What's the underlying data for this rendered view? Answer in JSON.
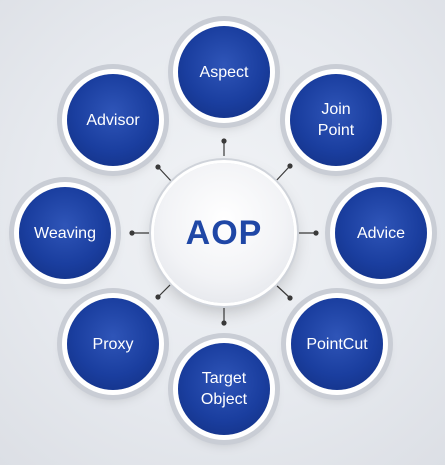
{
  "center": {
    "label": "AOP"
  },
  "nodes": [
    {
      "id": "aspect",
      "label": "Aspect"
    },
    {
      "id": "join-point",
      "label": "Join\nPoint"
    },
    {
      "id": "advice",
      "label": "Advice"
    },
    {
      "id": "pointcut",
      "label": "PointCut"
    },
    {
      "id": "target-object",
      "label": "Target\nObject"
    },
    {
      "id": "proxy",
      "label": "Proxy"
    },
    {
      "id": "weaving",
      "label": "Weaving"
    },
    {
      "id": "advisor",
      "label": "Advisor"
    }
  ],
  "colors": {
    "node_fill": "#1a3e9f",
    "center_text": "#1f47a6",
    "connector": "#3a3a3a"
  }
}
